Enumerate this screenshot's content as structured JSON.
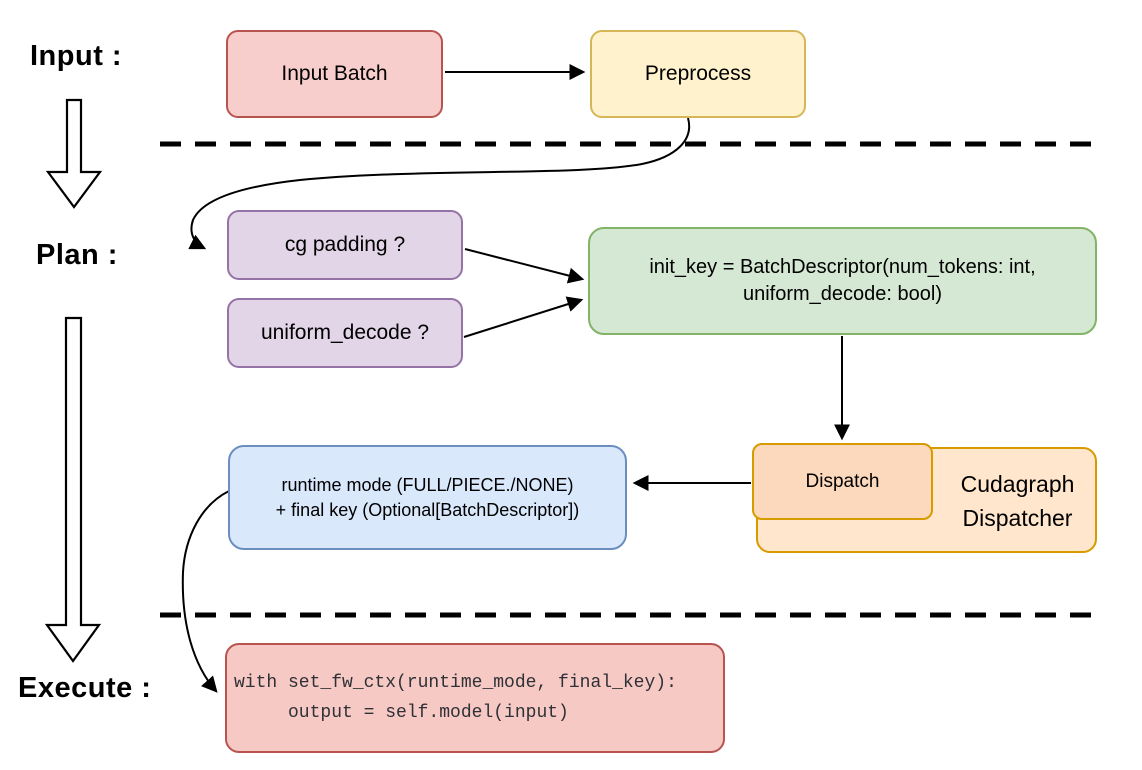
{
  "diagram": {
    "stages": {
      "input_label": "Input :",
      "plan_label": "Plan :",
      "execute_label": "Execute :"
    },
    "nodes": {
      "input_batch": {
        "label": "Input Batch",
        "fill": "#f8cecc",
        "border": "#b85450"
      },
      "preprocess": {
        "label": "Preprocess",
        "fill": "#fff2cc",
        "border": "#d6b656"
      },
      "cg_padding": {
        "label": "cg padding ?",
        "fill": "#e1d5e7",
        "border": "#9673a6"
      },
      "uniform_decode": {
        "label": "uniform_decode ?",
        "fill": "#e1d5e7",
        "border": "#9673a6"
      },
      "init_key": {
        "line1": "init_key = BatchDescriptor(num_tokens: int,",
        "line2": "uniform_decode: bool)",
        "fill": "#d5e8d4",
        "border": "#82b366"
      },
      "cudagraph_dispatcher": {
        "line1": "Cudagraph",
        "line2": "Dispatcher",
        "fill": "#ffe6cc",
        "border": "#d79b00"
      },
      "dispatch": {
        "label": "Dispatch",
        "fill": "#fcd9bd",
        "border": "#d79b00"
      },
      "runtime_mode": {
        "line1": "runtime mode (FULL/PIECE./NONE)",
        "line2": "+ final key (Optional[BatchDescriptor])",
        "fill": "#dae8fc",
        "border": "#6c8ebf"
      },
      "execute_code": {
        "line1": "with set_fw_ctx(runtime_mode, final_key):",
        "line2": "     output = self.model(input)",
        "fill": "#f6c9c5",
        "border": "#b85450",
        "text_color": "#2f3136"
      }
    },
    "connector_color": "#000000"
  }
}
